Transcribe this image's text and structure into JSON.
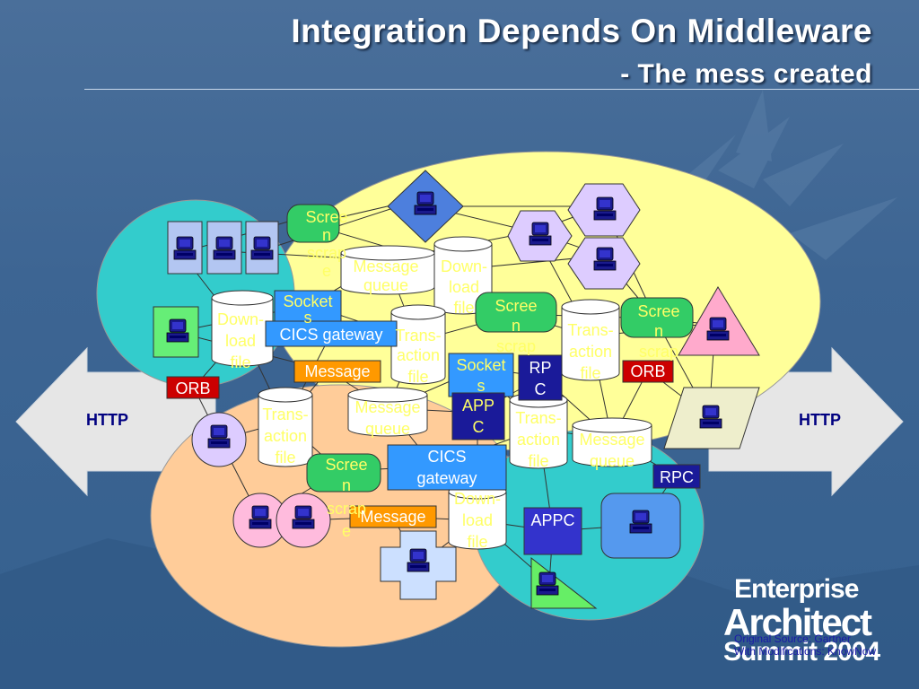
{
  "slide": {
    "title": "Integration Depends On Middleware",
    "subtitle": "- The mess created"
  },
  "http_labels": {
    "left": "HTTP",
    "right": "HTTP"
  },
  "labels": {
    "screen_1": [
      "Scree",
      "n",
      "scrap",
      "e"
    ],
    "screen_2": [
      "Scree",
      "n",
      "scrap",
      "e"
    ],
    "screen_3": [
      "Scree",
      "n",
      "scrap",
      "e"
    ],
    "screen_4": [
      "Scree",
      "n",
      "scrap",
      "e"
    ],
    "message_queue_1": [
      "Message",
      "queue"
    ],
    "message_queue_2": [
      "Message",
      "queue"
    ],
    "message_queue_3": [
      "Message",
      "queue"
    ],
    "download_1": [
      "Down-",
      "load",
      "file"
    ],
    "download_2": [
      "Down-",
      "load",
      "file"
    ],
    "download_3": [
      "Down-",
      "load",
      "file"
    ],
    "transaction_1": [
      "Trans-",
      "action",
      "file"
    ],
    "transaction_2": [
      "Trans-",
      "action",
      "file"
    ],
    "transaction_3": [
      "Trans-",
      "action",
      "file"
    ],
    "transaction_4": [
      "Trans-",
      "action",
      "file"
    ],
    "sockets_1": [
      "Socket",
      "s"
    ],
    "sockets_2": [
      "Socket",
      "s"
    ],
    "cics_gateway_1": "CICS gateway",
    "cics_gateway_2": [
      "CICS",
      "gateway"
    ],
    "message_1": "Message",
    "message_2": "Message",
    "orb_1": "ORB",
    "orb_2": "ORB",
    "rpc_1": [
      "RP",
      "C"
    ],
    "rpc_2": "RPC",
    "appc_1": [
      "APP",
      "C"
    ],
    "appc_2": "APPC"
  },
  "logo": {
    "line1": "Enterprise",
    "line2": "Architect",
    "line3": "Summit 2004"
  },
  "source": {
    "line1": "Original Source: Gartner",
    "line2": "With Modifications: KnowNow"
  },
  "colors": {
    "background": "#3d6593",
    "yellow_region": "#ffff99",
    "cyan_region": "#33cccc",
    "peach_region": "#ffcc99",
    "arrow": "#e6e6e6",
    "screen_scrape": "#33cc66",
    "socket_cics": "#3399ff",
    "message": "#ff9900",
    "orb": "#cc0000",
    "rpc_appc": "#3333cc"
  }
}
